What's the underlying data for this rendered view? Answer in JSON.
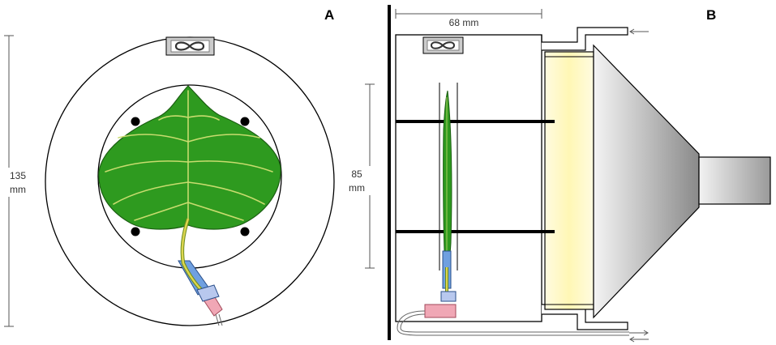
{
  "panels": {
    "a": {
      "label": "A"
    },
    "b": {
      "label": "B"
    }
  },
  "dimensions": {
    "outer_diameter": {
      "value": "135",
      "unit": "mm"
    },
    "inner_diameter": {
      "value": "85",
      "unit": "mm"
    },
    "chamber_depth": {
      "value": "68 mm"
    }
  },
  "colors": {
    "leaf_fill": "#2e9a1f",
    "leaf_vein": "#c8dc6e",
    "petiole_tube": "#6fa0e0",
    "connector": "#f0a7b5",
    "light_panel": "#fff7b0",
    "outline": "#000000"
  }
}
